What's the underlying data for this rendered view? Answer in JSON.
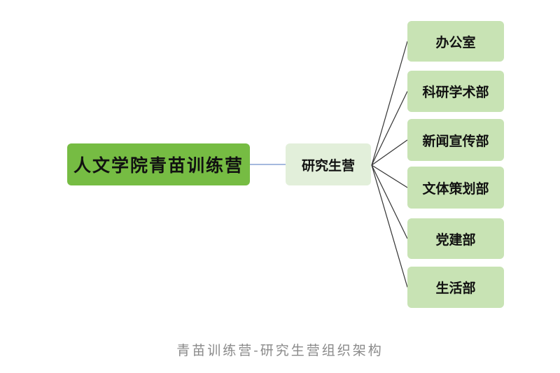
{
  "root": {
    "label": "人文学院青苗训练营"
  },
  "middle": {
    "label": "研究生营"
  },
  "children": [
    {
      "label": "办公室"
    },
    {
      "label": "科研学术部"
    },
    {
      "label": "新闻宣传部"
    },
    {
      "label": "文体策划部"
    },
    {
      "label": "党建部"
    },
    {
      "label": "生活部"
    }
  ],
  "caption": "青苗训练营-研究生营组织架构",
  "colors": {
    "root": "#76bc43",
    "middle": "#e2efda",
    "child": "#c8e3b4",
    "link_root": "#6f8fc9",
    "link_child": "#333333"
  }
}
